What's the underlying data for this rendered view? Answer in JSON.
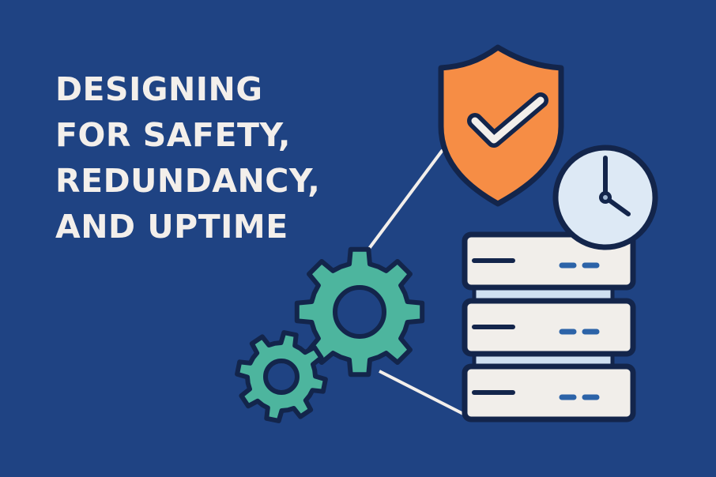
{
  "headline": {
    "lines": [
      "DESIGNING",
      "FOR SAFETY,",
      "REDUNDANCY,",
      "AND UPTIME"
    ]
  },
  "icons": [
    "shield-check-icon",
    "clock-icon",
    "server-stack-icon",
    "gears-icon"
  ],
  "colors": {
    "background": "#1f4383",
    "text": "#f3efeb",
    "shield": "#f68d45",
    "gear": "#4db59e",
    "outline": "#13254b",
    "clock_face": "#dde9f5",
    "server": "#f1eeea",
    "server_led": "#2c63a8"
  }
}
